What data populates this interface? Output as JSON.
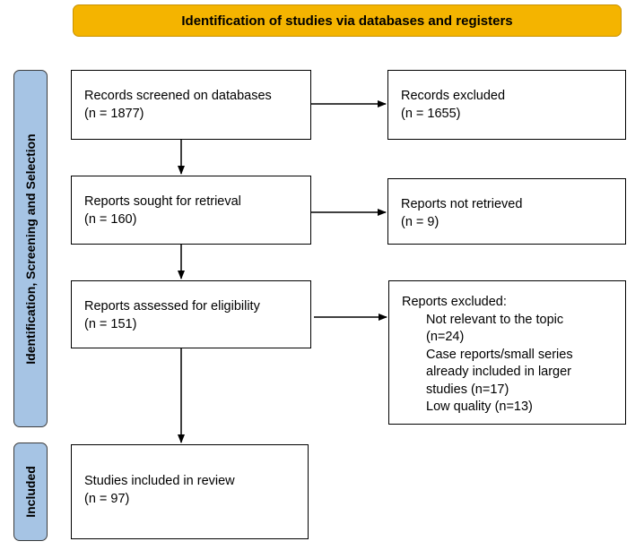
{
  "header": "Identification of studies via databases and registers",
  "side_labels": {
    "screening": "Identification, Screening and Selection",
    "included": "Included"
  },
  "boxes": {
    "screened": {
      "title": "Records screened on databases",
      "count": "(n = 1877)"
    },
    "excluded": {
      "title": "Records excluded",
      "count": "(n = 1655)"
    },
    "sought": {
      "title": "Reports sought for retrieval",
      "count": "(n = 160)"
    },
    "not_retrieved": {
      "title": "Reports not retrieved",
      "count": "(n = 9)"
    },
    "assessed": {
      "title": "Reports assessed for eligibility",
      "count": "(n = 151)"
    },
    "reports_excluded": {
      "title": "Reports excluded:",
      "lines": [
        "Not relevant to the topic",
        "(n=24)",
        "Case reports/small series",
        "already included in larger",
        "studies (n=17)",
        "Low quality (n=13)"
      ]
    },
    "included": {
      "title": "Studies included in review",
      "count": "(n = 97)"
    }
  }
}
